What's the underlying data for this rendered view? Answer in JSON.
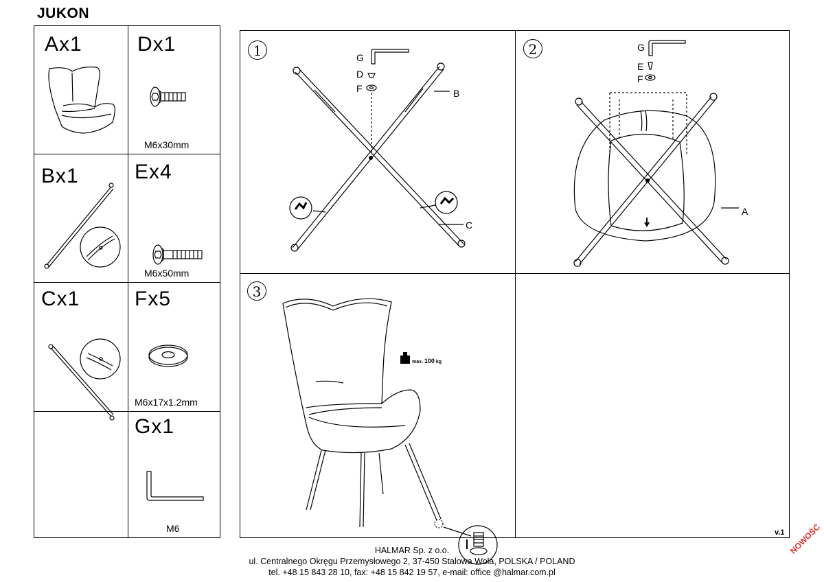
{
  "title": "JUKON",
  "parts": [
    {
      "label": "Ax1",
      "spec": ""
    },
    {
      "label": "Dx1",
      "spec": "M6x30mm"
    },
    {
      "label": "Bx1",
      "spec": ""
    },
    {
      "label": "Ex4",
      "spec": "M6x50mm"
    },
    {
      "label": "Cx1",
      "spec": ""
    },
    {
      "label": "Fx5",
      "spec": "M6x17x1.2mm"
    },
    {
      "label": "",
      "spec": ""
    },
    {
      "label": "Gx1",
      "spec": "M6"
    }
  ],
  "steps": {
    "step1": {
      "number": "1",
      "hardware": [
        "G",
        "D",
        "F"
      ],
      "callouts": [
        "B",
        "C"
      ]
    },
    "step2": {
      "number": "2",
      "hardware": [
        "G",
        "E",
        "F"
      ],
      "callouts": [
        "A"
      ]
    },
    "step3": {
      "number": "3",
      "weight_prefix": "max.",
      "weight_value": "100",
      "weight_unit": "kg"
    }
  },
  "version": "v.1",
  "footer": {
    "company": "HALMAR Sp. z o.o.",
    "address": "ul. Centralnego Okręgu Przemysłowego 2, 37-450 Stalowa Wola, POLSKA / POLAND",
    "contact": "tel. +48 15 843 28 10, fax: +48 15 842 19 57, e-mail: office @halmar.com.pl"
  },
  "stamp": "NOWOŚĆ"
}
